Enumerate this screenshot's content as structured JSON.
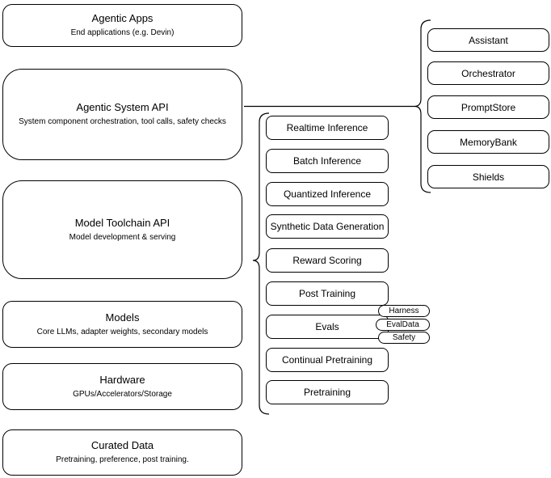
{
  "colors": {
    "background": "#ffffff",
    "fill": "#ffffff",
    "stroke": "#000000",
    "text": "#000000"
  },
  "left_stack": [
    {
      "title": "Agentic Apps",
      "subtitle": "End applications (e.g. Devin)"
    },
    {
      "title": "Agentic System API",
      "subtitle": "System component orchestration, tool calls, safety checks"
    },
    {
      "title": "Model Toolchain API",
      "subtitle": "Model development & serving"
    },
    {
      "title": "Models",
      "subtitle": "Core LLMs, adapter weights, secondary models"
    },
    {
      "title": "Hardware",
      "subtitle": "GPUs/Accelerators/Storage"
    },
    {
      "title": "Curated Data",
      "subtitle": "Pretraining, preference, post training."
    }
  ],
  "toolchain_items": [
    "Realtime Inference",
    "Batch Inference",
    "Quantized Inference",
    "Synthetic Data Generation",
    "Reward Scoring",
    "Post Training",
    "Evals",
    "Continual Pretraining",
    "Pretraining"
  ],
  "eval_tags": [
    "Harness",
    "EvalData",
    "Safety"
  ],
  "system_components": [
    "Assistant",
    "Orchestrator",
    "PromptStore",
    "MemoryBank",
    "Shields"
  ]
}
